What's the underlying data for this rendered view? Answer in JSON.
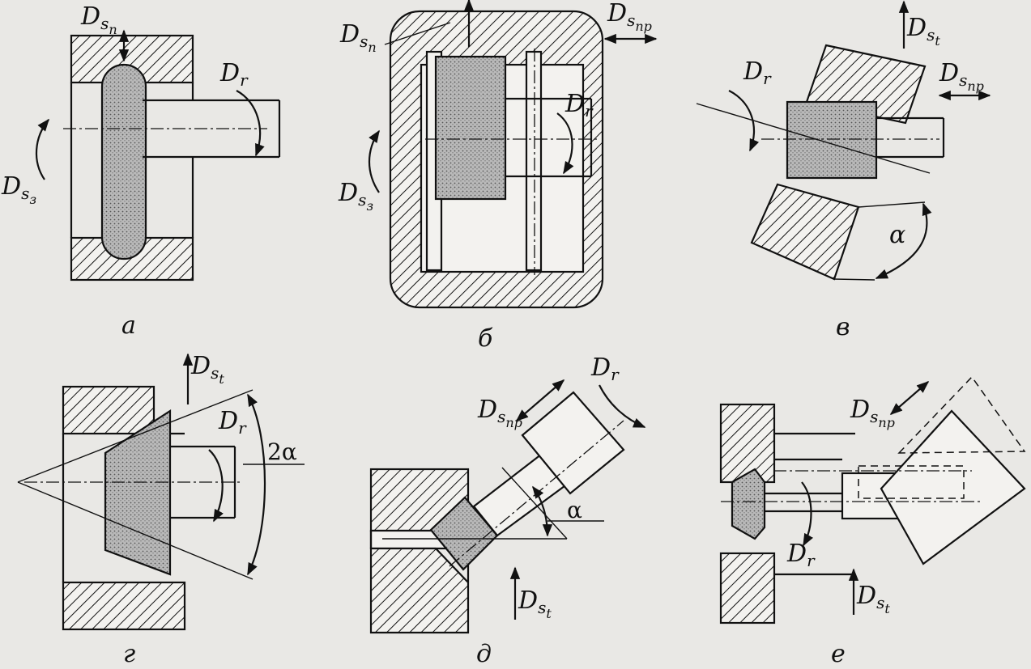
{
  "panels": [
    {
      "id": "a",
      "caption": "а"
    },
    {
      "id": "b",
      "caption": "б"
    },
    {
      "id": "v",
      "caption": "в"
    },
    {
      "id": "g",
      "caption": "г"
    },
    {
      "id": "d",
      "caption": "д"
    },
    {
      "id": "e",
      "caption": "е"
    }
  ],
  "labels": {
    "D": "D",
    "s": "s",
    "r": "r",
    "sub_p": "п",
    "sub_z": "з",
    "sub_pr": "пр",
    "sub_t": "t",
    "alpha": "α",
    "two_alpha": "2α"
  },
  "colors": {
    "ink": "#111111",
    "paper": "#e9e8e5",
    "grain": "#9a9a9a"
  },
  "icons": [
    "arrow",
    "rotation-arrow",
    "hatch-section",
    "abrasive-wheel"
  ]
}
